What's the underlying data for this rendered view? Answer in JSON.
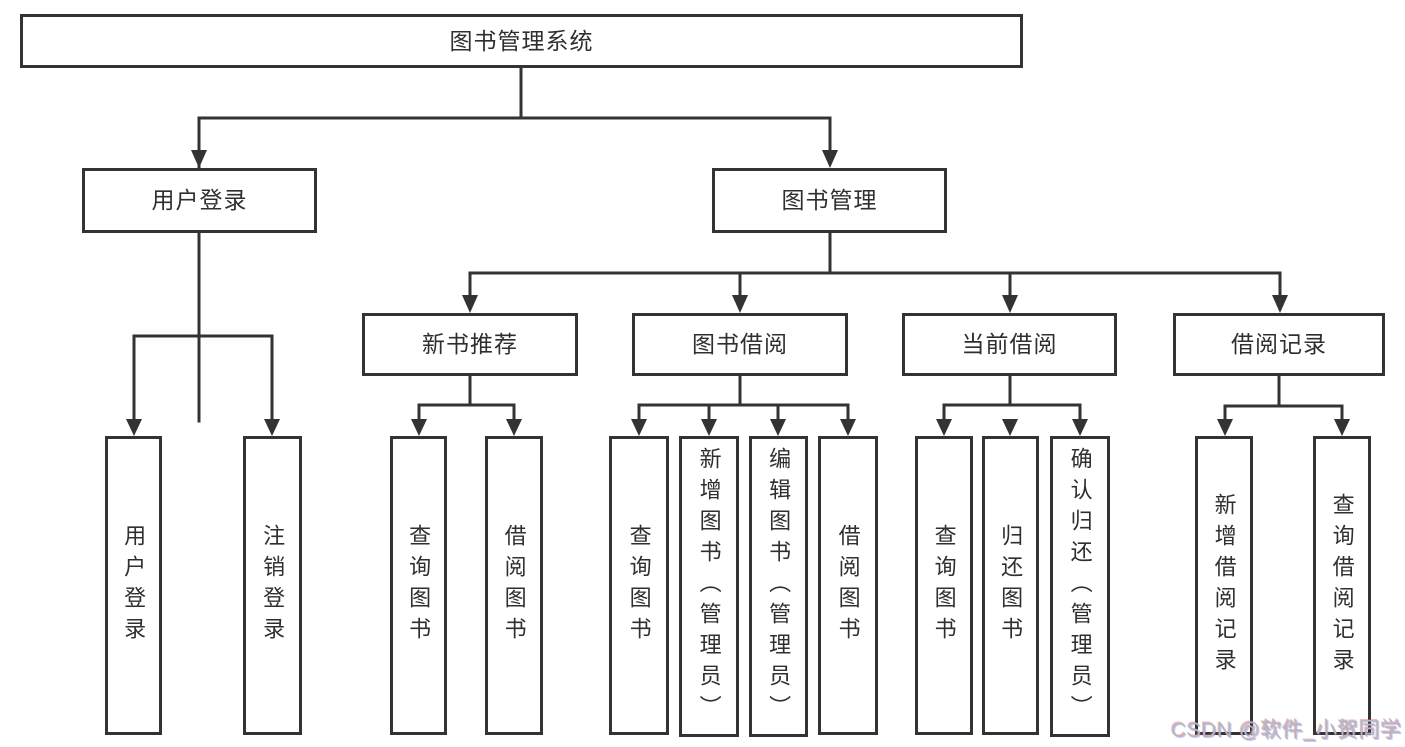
{
  "diagram_type": "hierarchy-tree",
  "tree": {
    "label": "图书管理系统",
    "children": [
      {
        "label": "用户登录",
        "children": [
          {
            "label": "用户登录"
          },
          {
            "label": "注销登录"
          }
        ]
      },
      {
        "label": "图书管理",
        "children": [
          {
            "label": "新书推荐",
            "children": [
              {
                "label": "查询图书"
              },
              {
                "label": "借阅图书"
              }
            ]
          },
          {
            "label": "图书借阅",
            "children": [
              {
                "label": "查询图书"
              },
              {
                "label": "新增图书（管理员）"
              },
              {
                "label": "编辑图书（管理员）"
              },
              {
                "label": "借阅图书"
              }
            ]
          },
          {
            "label": "当前借阅",
            "children": [
              {
                "label": "查询图书"
              },
              {
                "label": "归还图书"
              },
              {
                "label": "确认归还（管理员）"
              }
            ]
          },
          {
            "label": "借阅记录",
            "children": [
              {
                "label": "新增借阅记录"
              },
              {
                "label": "查询借阅记录"
              }
            ]
          }
        ]
      }
    ]
  },
  "watermark": {
    "text": "CSDN @软件_小贺同学"
  },
  "colors": {
    "line": "#333333",
    "box_border": "#333333",
    "text": "#2f2f2f",
    "background": "#ffffff",
    "watermark": "#b4b8c2"
  }
}
